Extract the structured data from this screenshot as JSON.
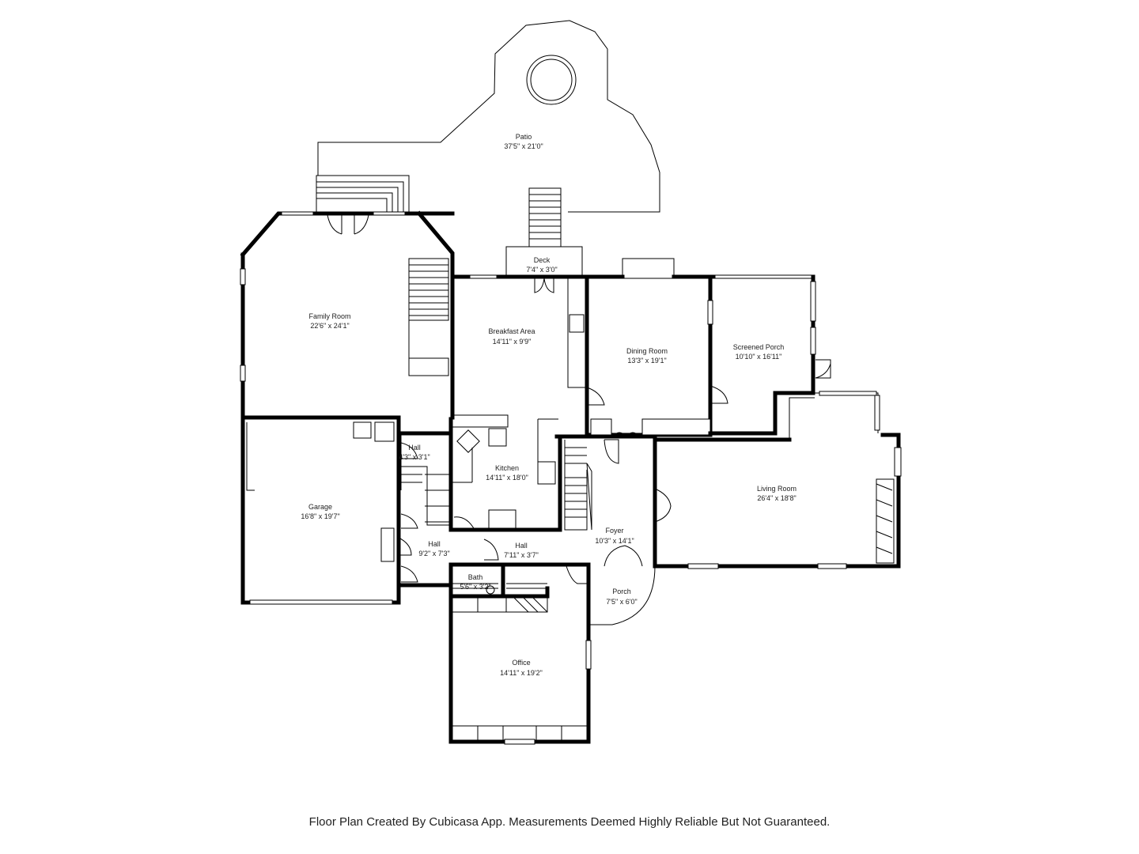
{
  "rooms": [
    {
      "id": "patio",
      "name": "Patio",
      "dims": "37'5\" x 21'0\""
    },
    {
      "id": "deck",
      "name": "Deck",
      "dims": "7'4\" x 3'0\""
    },
    {
      "id": "family",
      "name": "Family Room",
      "dims": "22'6\" x 24'1\""
    },
    {
      "id": "breakfast",
      "name": "Breakfast Area",
      "dims": "14'11\" x 9'9\""
    },
    {
      "id": "dining",
      "name": "Dining Room",
      "dims": "13'3\" x 19'1\""
    },
    {
      "id": "screened",
      "name": "Screened Porch",
      "dims": "10'10\" x 16'11\""
    },
    {
      "id": "hall1",
      "name": "Hall",
      "dims": "4'3\" x 3'1\""
    },
    {
      "id": "garage",
      "name": "Garage",
      "dims": "16'8\" x 19'7\""
    },
    {
      "id": "kitchen",
      "name": "Kitchen",
      "dims": "14'11\" x 18'0\""
    },
    {
      "id": "living",
      "name": "Living Room",
      "dims": "26'4\" x 18'8\""
    },
    {
      "id": "foyer",
      "name": "Foyer",
      "dims": "10'3\" x 14'1\""
    },
    {
      "id": "hall2",
      "name": "Hall",
      "dims": "9'2\" x 7'3\""
    },
    {
      "id": "hall3",
      "name": "Hall",
      "dims": "7'11\" x 3'7\""
    },
    {
      "id": "bath",
      "name": "Bath",
      "dims": "5'6\" x 3'2\""
    },
    {
      "id": "porch",
      "name": "Porch",
      "dims": "7'5\" x 6'0\""
    },
    {
      "id": "office",
      "name": "Office",
      "dims": "14'11\" x 19'2\""
    }
  ],
  "footer": "Floor Plan Created By Cubicasa App. Measurements Deemed Highly Reliable But Not Guaranteed."
}
